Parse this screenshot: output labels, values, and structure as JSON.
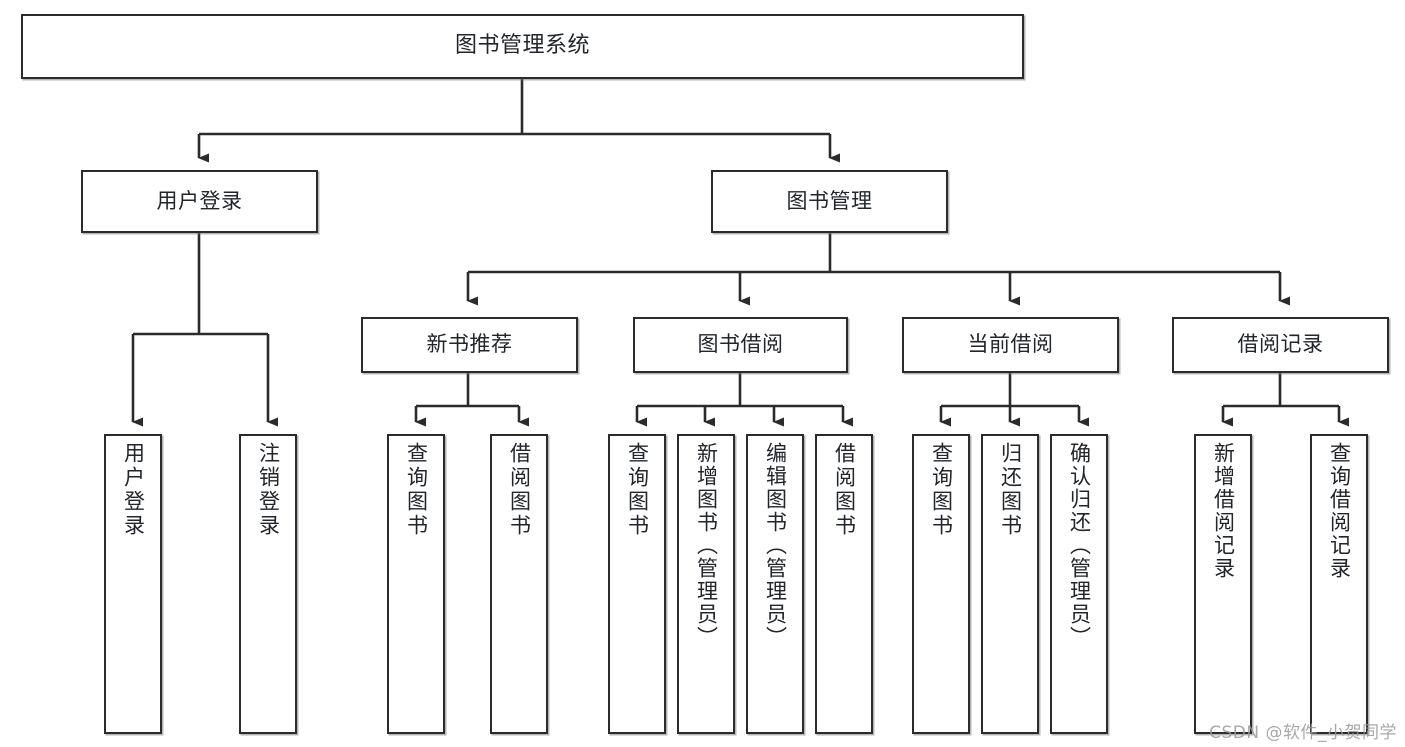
{
  "diagram": {
    "title": "图书管理系统",
    "type": "tree",
    "watermark": "CSDN @软件_小贺同学",
    "colors": {
      "stroke": "#2b2b2b",
      "fill": "#ffffff",
      "text": "#22262b",
      "watermark": "#9a9a9a"
    },
    "root": {
      "label": "图书管理系统"
    },
    "level2": [
      {
        "label": "用户登录"
      },
      {
        "label": "图书管理"
      }
    ],
    "level3": [
      {
        "label": "新书推荐"
      },
      {
        "label": "图书借阅"
      },
      {
        "label": "当前借阅"
      },
      {
        "label": "借阅记录"
      }
    ],
    "leaves": {
      "user_login": [
        {
          "label": "用户登录"
        },
        {
          "label": "注销登录"
        }
      ],
      "new_book_recommend": [
        {
          "label": "查询图书"
        },
        {
          "label": "借阅图书"
        }
      ],
      "book_borrow": [
        {
          "label": "查询图书"
        },
        {
          "label": "新增图书（管理员）"
        },
        {
          "label": "编辑图书（管理员）"
        },
        {
          "label": "借阅图书"
        }
      ],
      "current_borrow": [
        {
          "label": "查询图书"
        },
        {
          "label": "归还图书"
        },
        {
          "label": "确认归还（管理员）"
        }
      ],
      "borrow_record": [
        {
          "label": "新增借阅记录"
        },
        {
          "label": "查询借阅记录"
        }
      ]
    }
  }
}
